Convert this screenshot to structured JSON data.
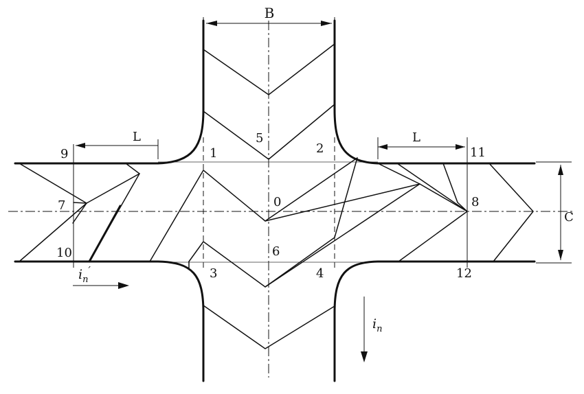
{
  "labels": {
    "B": "B",
    "L_left": "L",
    "L_right": "L",
    "C": "C",
    "p0": "0",
    "p1": "1",
    "p2": "2",
    "p3": "3",
    "p4": "4",
    "p5": "5",
    "p6": "6",
    "p7": "7",
    "p8": "8",
    "p9": "9",
    "p10": "10",
    "p11": "11",
    "p12": "12",
    "in_prime_base": "i",
    "in_prime_sub": "n",
    "in_prime_mark": "′",
    "in_base": "i",
    "in_sub": "n"
  }
}
